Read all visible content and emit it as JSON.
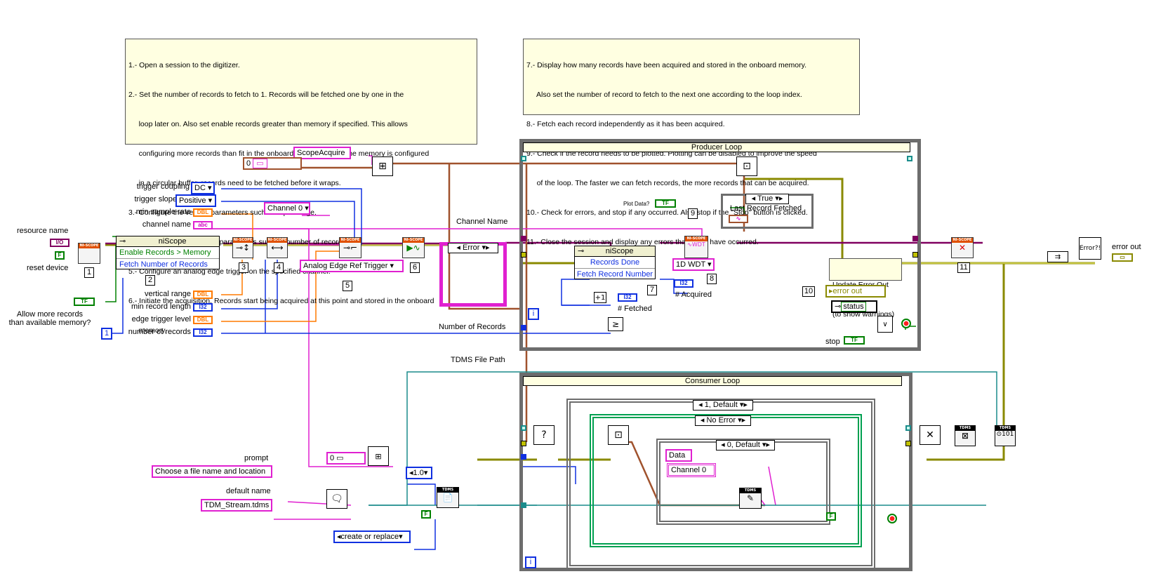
{
  "notes": {
    "left": [
      "1.- Open a session to the digitizer.",
      "2.- Set the number of records to fetch to 1. Records will be fetched one by one in the",
      "     loop later on. Also set enable records greater than memory if specified. This allows",
      "     configuring more records than fit in the onboard memory. Since the memory is configured",
      "     in a circular buffer, records need to be fetched before it wraps.",
      "3.- Configure the vertical parameters such as input range.",
      "4.- Configure the horizontal parameters such as number of records.",
      "5.- Configure an analog edge trigger on the specified channel.",
      "6.- Initiate the acquisition. Records start being acquired at this point and stored in the onboard",
      "     memory."
    ],
    "right": [
      "7.- Display how many records have been acquired and stored in the onboard memory.",
      "     Also set the number of record to fetch to the next one according to the loop index.",
      "8.- Fetch each record independently as it has been acquired.",
      "9.- Check if the record needs to be plotted. Plotting can be disabled to improve the speed",
      "     of the loop. The faster we can fetch records, the more records that can be acquired.",
      "10.- Check for errors, and stop if any occurred. Also stop if the \"Stop\" button is clicked.",
      "11.- Close the session and display any errors that might have occurred."
    ]
  },
  "controls": {
    "resource_name": "resource name",
    "reset_device": "reset device",
    "allow_more_1": "Allow more records",
    "allow_more_2": "than available memory?",
    "trigger_coupling": "trigger coupling",
    "trigger_coupling_val": "DC",
    "trigger_slope": "trigger slope",
    "trigger_slope_val": "Positive",
    "min_sample_rate": "min sample rate",
    "channel_name": "channel name",
    "vertical_range": "vertical range",
    "min_record_length": "min record length",
    "edge_trigger_level": "edge trigger level",
    "number_of_records": "number of records",
    "prompt": "prompt",
    "default_name": "default name"
  },
  "constants": {
    "scope_acquire": "ScopeAcquire",
    "channel0": "Channel 0",
    "analog_edge": "Analog Edge Ref Trigger",
    "zero": "0",
    "prompt_text": "Choose a file name and location",
    "default_file": "TDM_Stream.tdms",
    "version": "1.0",
    "create_replace": "create or replace",
    "data": "Data",
    "channel0b": "Channel 0",
    "false": "F",
    "one": "1",
    "one_d_wdt": "1D WDT"
  },
  "nodes": {
    "niscope1": "niScope",
    "enable_records": "Enable Records > Memory",
    "fetch_number": "Fetch Number of Records",
    "niscope2": "niScope",
    "records_done": "Records Done",
    "fetch_record_number": "Fetch Record Number"
  },
  "step_numbers": [
    "1",
    "2",
    "3",
    "4",
    "5",
    "6",
    "7",
    "8",
    "9",
    "10",
    "11"
  ],
  "wire_labels": {
    "channel_name": "Channel Name",
    "number_of_records": "Number of Records",
    "tdms_file_path": "TDMS File Path"
  },
  "producer": {
    "title": "Producer Loop",
    "error_case": "Error",
    "true_case": "True",
    "last_record": "Last Record Fetched",
    "plot_data": "Plot Data?",
    "acquired": "# Acquired",
    "fetched": "# Fetched",
    "update_err_1": "Update Error Out",
    "update_err_2": "(to show warnings)",
    "error_out_local": "error out",
    "status": "status",
    "stop": "stop",
    "i": "i"
  },
  "consumer": {
    "title": "Consumer Loop",
    "default_case": "1, Default",
    "no_error_case": "No Error",
    "zero_default": "0, Default",
    "i": "i"
  },
  "outputs": {
    "error_out": "error out"
  },
  "type_tags": {
    "io": "I/O",
    "tf": "TF",
    "dbl": "DBL",
    "abc": "abc",
    "i32": "I32",
    "f": "F"
  },
  "colors": {
    "pink": "#e020d0",
    "error": "#a0a000",
    "blue": "#1030e0",
    "orange": "#ff7a00",
    "green": "#008000",
    "teal": "#1a8c8c",
    "purple": "#800060",
    "loop_grey": "#6d6d6d",
    "note_bg": "#ffffe1"
  }
}
